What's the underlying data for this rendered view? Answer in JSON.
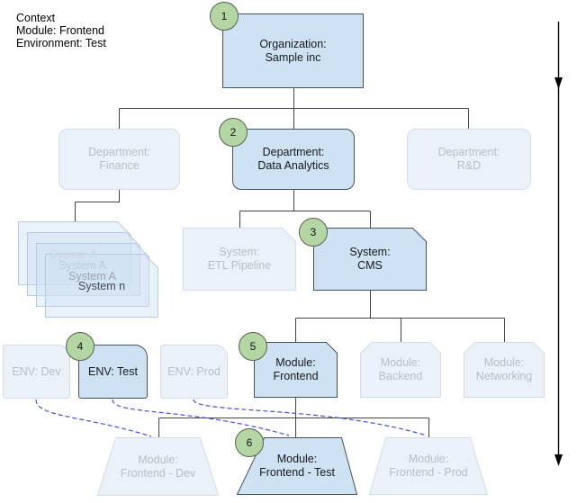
{
  "context": {
    "title": "Context",
    "module": "Module: Frontend",
    "environment": "Environment: Test"
  },
  "nodes": {
    "organization": {
      "line1": "Organization:",
      "line2": "Sample inc",
      "badge": "1"
    },
    "dept_finance": {
      "line1": "Department:",
      "line2": "Finance"
    },
    "dept_data_analytics": {
      "line1": "Department:",
      "line2": "Data Analytics",
      "badge": "2"
    },
    "dept_rd": {
      "line1": "Department:",
      "line2": "R&D"
    },
    "system_stack": {
      "line1": "System A",
      "line2": "System A",
      "line3": "System A",
      "line4": "System n"
    },
    "system_etl": {
      "line1": "System:",
      "line2": "ETL Pipeline"
    },
    "system_cms": {
      "line1": "System:",
      "line2": "CMS",
      "badge": "3"
    },
    "env_dev": {
      "line1": "ENV: Dev"
    },
    "env_test": {
      "line1": "ENV: Test",
      "badge": "4"
    },
    "env_prod": {
      "line1": "ENV: Prod"
    },
    "module_frontend": {
      "line1": "Module:",
      "line2": "Frontend",
      "badge": "5"
    },
    "module_backend": {
      "line1": "Module:",
      "line2": "Backend"
    },
    "module_networking": {
      "line1": "Module:",
      "line2": "Networking"
    },
    "deploy_dev": {
      "line1": "Module:",
      "line2": "Frontend - Dev"
    },
    "deploy_test": {
      "line1": "Module:",
      "line2": "Frontend - Test",
      "badge": "6"
    },
    "deploy_prod": {
      "line1": "Module:",
      "line2": "Frontend - Prod"
    }
  },
  "colors": {
    "active_fill": "#cfe2f3",
    "active_border": "#46515c",
    "faded_fill": "#eaf1f9",
    "faded_border": "#d3dde9",
    "faded_text": "#b4bfca",
    "badge_fill": "#b4d6a4",
    "connector": "#444444",
    "dashed_edge": "#4450d8",
    "arrow": "#000000"
  }
}
